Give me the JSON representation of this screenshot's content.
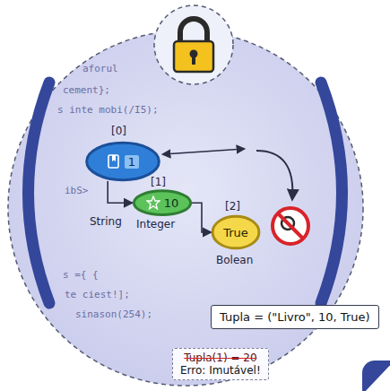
{
  "diagram": {
    "nodes": [
      {
        "text": [
          "1"
        ]
      },
      {
        "text": [
          "10"
        ]
      },
      {
        "text": [
          "True"
        ]
      },
      {
        "text": [
          "Tupla = (\"Livro\", 10, True)"
        ]
      },
      {
        "text": [
          "Tupla(1) = 20",
          "Erro: Imutável!"
        ]
      }
    ],
    "edges": [
      {
        "from": 0,
        "to": 1,
        "arrow": "to"
      },
      {
        "from": 1,
        "to": 2,
        "arrow": "to"
      }
    ],
    "labels": [
      "[0]",
      "[1]",
      "[2]",
      "String",
      "Integer",
      "Bolean",
      "aforul",
      "cement};",
      "s inte mobi(/I5);",
      "ibS>",
      "s ={ {",
      "te ciest!];",
      "sinason(254);"
    ]
  }
}
